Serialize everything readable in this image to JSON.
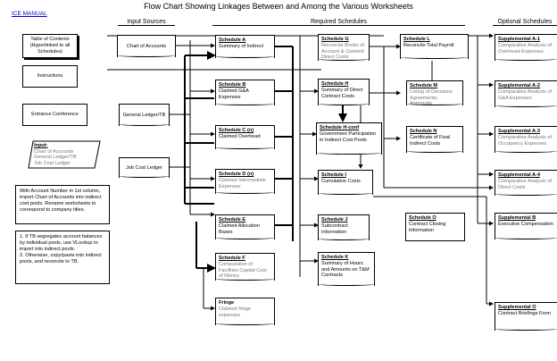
{
  "title": "Flow Chart Showing Linkages Between and Among the Various Worksheets",
  "manual_link": "ICE MANUAL",
  "sections": {
    "input": "Input Sources",
    "required": "Required Schedules",
    "optional": "Optional Schedules"
  },
  "left": {
    "toc": "Table of Contents (Hyperlinked to all Schedules)",
    "instructions": "Instructions",
    "entrance": "Entrance Conference",
    "input_label": "Input:",
    "input_items": [
      "Chart of Accounts",
      "General Ledger/TB",
      "Job Cost Ledger"
    ],
    "note1": "With Account Number in 1st column, import Chart of Accounts into indirect cost pools. Rename worksheets to correspond to company titles.",
    "note2": "1. If TB segregates account balances by individual pools, use VLookup to import into indirect pools.\n2. Otherwise, copy/paste into indirect pools, and reconcile to TB."
  },
  "sources": {
    "coa": "Chart of Accounts",
    "gl": "General Ledger/TB",
    "jcl": "Job Cost Ledger"
  },
  "schedules": {
    "A": {
      "head": "Schedule A",
      "name": "Summary of Indirect",
      "desc": ""
    },
    "B": {
      "head": "Schedule B",
      "name": "Claimed G&A Expenses",
      "desc": ""
    },
    "C": {
      "head": "Schedule C (n)",
      "name": "Claimed Overhead",
      "desc": ""
    },
    "D": {
      "head": "Schedule D (n)",
      "name": "",
      "desc": "Claimed Intermediate Expenses"
    },
    "E": {
      "head": "Schedule E",
      "name": "Claimed Allocation Bases",
      "desc": ""
    },
    "F": {
      "head": "Schedule F",
      "name": "",
      "desc": "Computation of Facilities Capital Cost of Money"
    },
    "fringe": {
      "head": "Fringe",
      "name": "",
      "desc": "Claimed fringe expenses"
    },
    "G": {
      "head": "Schedule G",
      "name": "",
      "desc": "Reconcile Books of Account & Claimed Direct Costs"
    },
    "H": {
      "head": "Schedule H",
      "name": "Summary of Direct Contract Costs",
      "desc": ""
    },
    "Hconf": {
      "head": "Schedule H-conf",
      "name": "Government Participation in Indirect Cost Pools",
      "desc": ""
    },
    "I": {
      "head": "Schedule I",
      "name": "Cumulative Costs",
      "desc": ""
    },
    "J": {
      "head": "Schedule J",
      "name": "Subcontract Information",
      "desc": ""
    },
    "K": {
      "head": "Schedule K",
      "name": "Summary of Hours and Amounts on T&M Contracts",
      "desc": ""
    },
    "L": {
      "head": "Schedule L",
      "name": "Reconcile Total Payroll",
      "desc": ""
    },
    "M": {
      "head": "Schedule M",
      "name": "",
      "desc": "Listing of Decisions Agreements, Approvals"
    },
    "N": {
      "head": "Schedule N",
      "name": "Certificate of Final Indirect Costs",
      "desc": ""
    },
    "O": {
      "head": "Schedule O",
      "name": "Contract Closing Information",
      "desc": ""
    }
  },
  "supplementals": {
    "A1": {
      "head": "Supplemental A-1",
      "desc": "Comparative Analysis of Overhead Expenses"
    },
    "A2": {
      "head": "Supplemental A-2",
      "desc": "Comparative Analysis of G&A Expenses"
    },
    "A3": {
      "head": "Supplemental A-3",
      "desc": "Comparative Analysis of Occupancy Expenses"
    },
    "A4": {
      "head": "Supplemental A-4",
      "desc": "Comparative Analysis of Direct Costs"
    },
    "B": {
      "head": "Supplemental B",
      "desc": "Executive Compensation"
    },
    "O": {
      "head": "Supplemental O",
      "desc": "Contract Briefings Form"
    }
  }
}
